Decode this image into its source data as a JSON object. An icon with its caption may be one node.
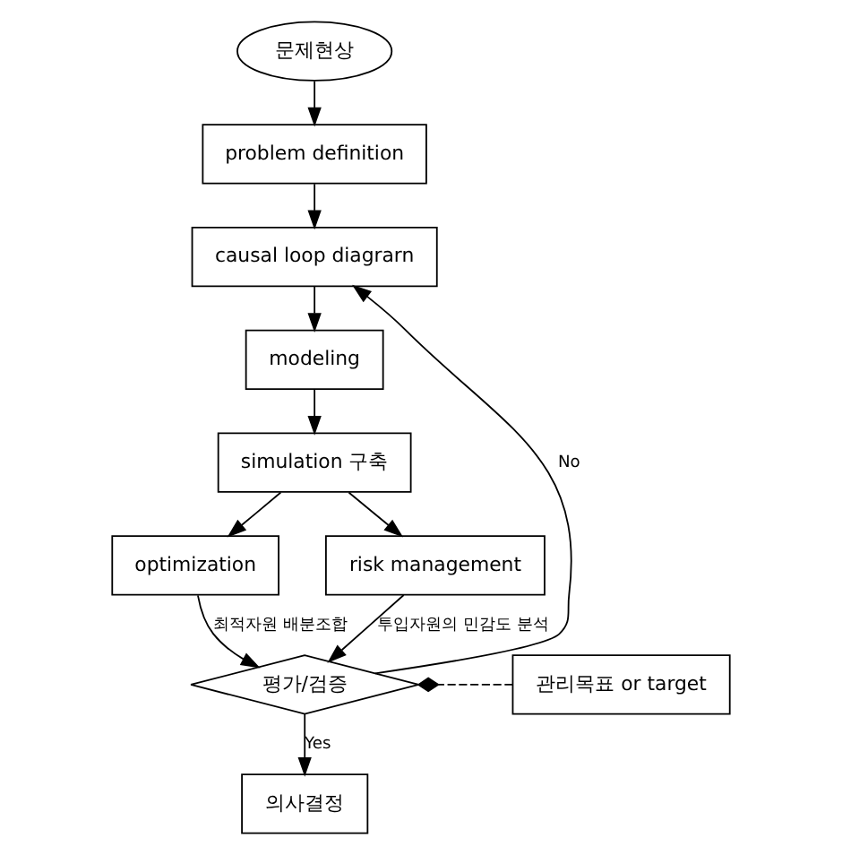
{
  "diagram": {
    "nodes": [
      {
        "text": [
          "문제현상"
        ]
      },
      {
        "text": [
          "problem definition"
        ]
      },
      {
        "text": [
          "causal loop diagrarn"
        ]
      },
      {
        "text": [
          "modeling"
        ]
      },
      {
        "text": [
          "simulation 구축"
        ]
      },
      {
        "text": [
          "optimization"
        ]
      },
      {
        "text": [
          "risk management"
        ]
      },
      {
        "text": [
          "평가/검증"
        ]
      },
      {
        "text": [
          "관리목표 or target"
        ]
      },
      {
        "text": [
          "의사결정"
        ]
      }
    ],
    "edges": [
      {
        "from": 0,
        "to": 1,
        "arrow": "to"
      },
      {
        "from": 1,
        "to": 2,
        "arrow": "to"
      },
      {
        "from": 2,
        "to": 3,
        "arrow": "to"
      },
      {
        "from": 3,
        "to": 4,
        "arrow": "to"
      },
      {
        "from": 4,
        "to": 5,
        "arrow": "to"
      },
      {
        "from": 4,
        "to": 6,
        "arrow": "to"
      },
      {
        "from": 5,
        "to": 7,
        "arrow": "to",
        "label": "최적자원 배분조합"
      },
      {
        "from": 6,
        "to": 7,
        "arrow": "to",
        "label": "투입자원의 민감도 분석"
      },
      {
        "from": 7,
        "to": 2,
        "arrow": "to",
        "label": "No"
      },
      {
        "from": 7,
        "to": 9,
        "arrow": "to",
        "label": "Yes"
      },
      {
        "from": 8,
        "to": 7,
        "arrow": "other",
        "style": "dashed"
      }
    ]
  }
}
